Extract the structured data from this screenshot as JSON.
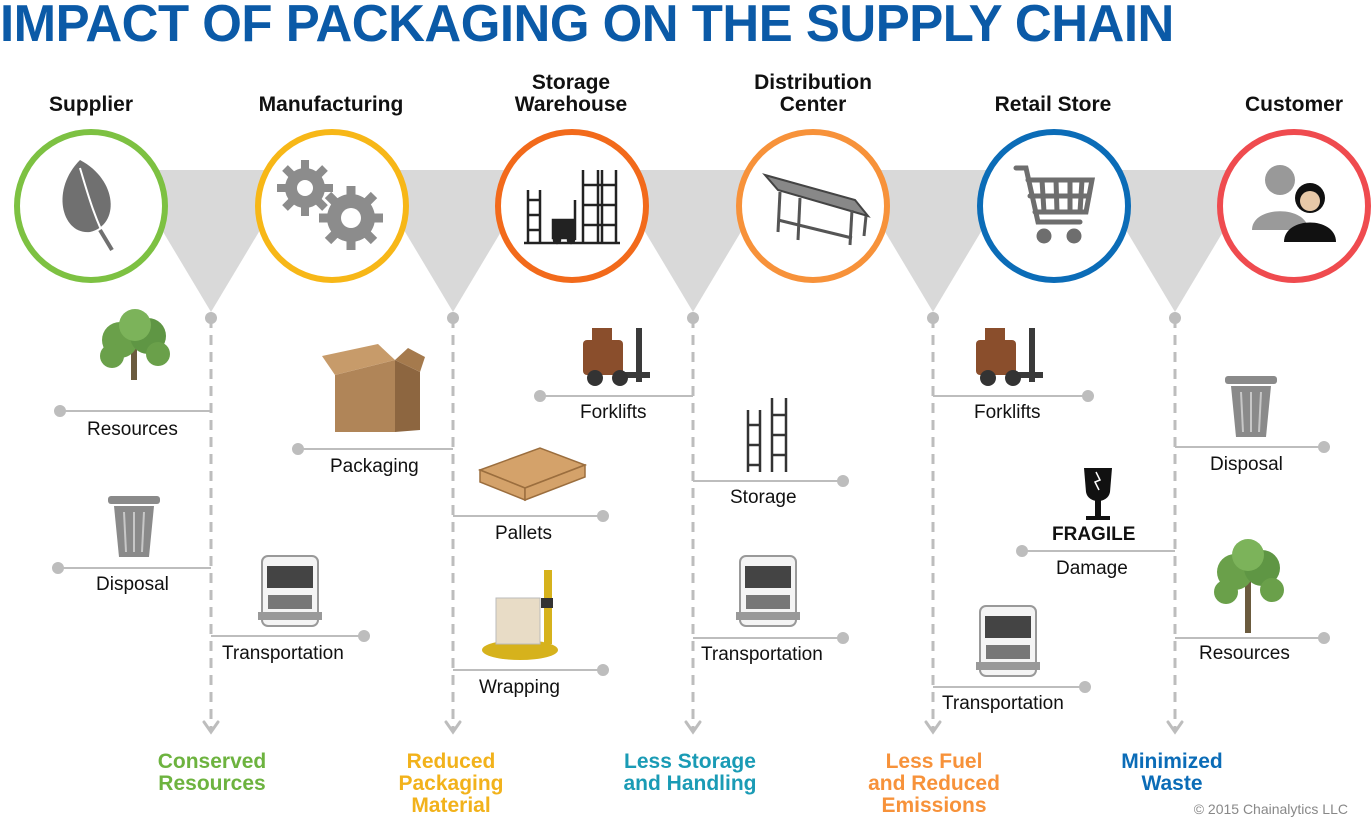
{
  "title": "IMPACT OF PACKAGING ON THE SUPPLY CHAIN",
  "stages": [
    {
      "name": "Supplier",
      "line2": "",
      "color": "#7dc142",
      "icon": "leaf-icon"
    },
    {
      "name": "Manufacturing",
      "line2": "",
      "color": "#f7b717",
      "icon": "gears-icon"
    },
    {
      "name": "Storage",
      "line2": "Warehouse",
      "color": "#f26a1b",
      "icon": "warehouse-icon"
    },
    {
      "name": "Distribution",
      "line2": "Center",
      "color": "#f7923a",
      "icon": "conveyor-icon"
    },
    {
      "name": "Retail Store",
      "line2": "",
      "color": "#0b6cb7",
      "icon": "cart-icon"
    },
    {
      "name": "Customer",
      "line2": "",
      "color": "#ef4b4f",
      "icon": "people-icon"
    }
  ],
  "impacts": {
    "supplier": [
      "Resources",
      "Disposal"
    ],
    "manufacturing": [
      "Transportation",
      "Packaging"
    ],
    "storage": [
      "Pallets",
      "Wrapping",
      "Forklifts"
    ],
    "distribution": [
      "Storage",
      "Transportation"
    ],
    "retail": [
      "Forklifts",
      "Transportation",
      "Damage"
    ],
    "customer": [
      "Disposal",
      "Resources"
    ]
  },
  "fragile_text": "FRAGILE",
  "outcomes": [
    {
      "line1": "Conserved",
      "line2": "Resources",
      "line3": "",
      "color": "#6db33f"
    },
    {
      "line1": "Reduced",
      "line2": "Packaging",
      "line3": "Material",
      "color": "#f2b21b"
    },
    {
      "line1": "Less Storage",
      "line2": "and Handling",
      "line3": "",
      "color": "#1a9bb5"
    },
    {
      "line1": "Less Fuel",
      "line2": "and Reduced",
      "line3": "Emissions",
      "color": "#f7923a"
    },
    {
      "line1": "Minimized",
      "line2": "Waste",
      "line3": "",
      "color": "#0b6cb7"
    }
  ],
  "copyright": "© 2015 Chainalytics LLC"
}
